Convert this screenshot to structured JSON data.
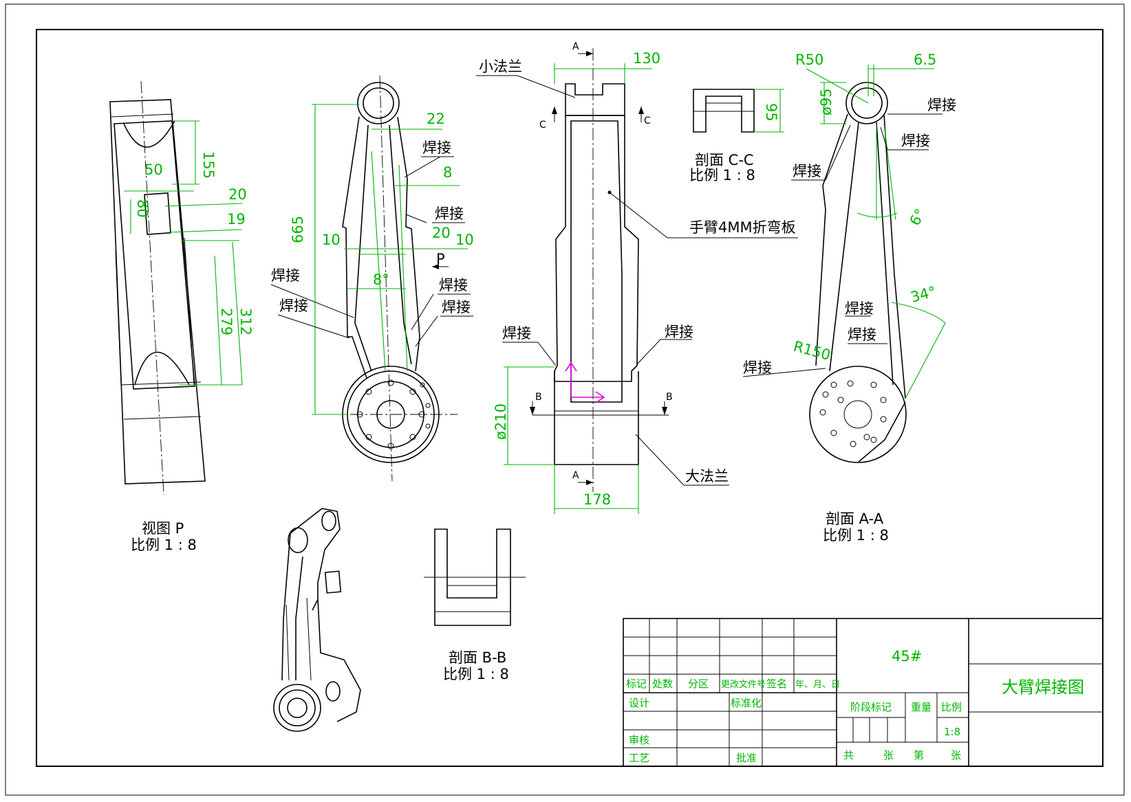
{
  "drawing": {
    "title": "大臂焊接图",
    "material": "45#",
    "scale_value": "1:8"
  },
  "views": {
    "view_p": {
      "name": "视图 P",
      "scale": "比例 1 : 8"
    },
    "section_cc": {
      "name": "剖面 C-C",
      "scale": "比例 1 : 8"
    },
    "section_aa": {
      "name": "剖面 A-A",
      "scale": "比例 1 : 8"
    },
    "section_bb": {
      "name": "剖面 B-B",
      "scale": "比例 1 : 8"
    }
  },
  "labels": {
    "weld": "焊接",
    "small_flange": "小法兰",
    "big_flange": "大法兰",
    "arm_plate": "手臂4MM折弯板",
    "view_marker": "P",
    "sec_a": "A",
    "sec_b": "B",
    "sec_c": "C"
  },
  "dimensions": {
    "side_155": "155",
    "side_50": "50",
    "side_80": "80",
    "side_20": "20",
    "side_19": "19",
    "side_279": "279",
    "side_312": "312",
    "front_665": "665",
    "front_22": "22",
    "front_8": "8",
    "front_10a": "10",
    "front_20": "20",
    "front_10b": "10",
    "front_angle": "8°",
    "mid_130": "130",
    "mid_210": "ø210",
    "mid_178": "178",
    "cc_95": "95",
    "aa_r50": "R50",
    "aa_6_5": "6.5",
    "aa_d95": "ø95",
    "aa_6deg": "6°",
    "aa_34deg": "34°",
    "aa_r150": "R150"
  },
  "title_block": {
    "col_mark": "标记",
    "col_count": "处数",
    "col_zone": "分区",
    "col_doc": "更改文件号",
    "col_sign": "签名",
    "col_date": "年、月、日",
    "row_design": "设计",
    "row_standard": "标准化",
    "row_review": "审核",
    "row_process": "工艺",
    "row_approve": "批准",
    "stage_mark": "阶段标记",
    "weight": "重量",
    "scale": "比例",
    "total": "共",
    "sheet_unit1": "张",
    "nth": "第",
    "sheet_unit2": "张"
  },
  "colors": {
    "dimension": "#00b400",
    "outline": "#000000",
    "ucs": "#e000e0"
  }
}
